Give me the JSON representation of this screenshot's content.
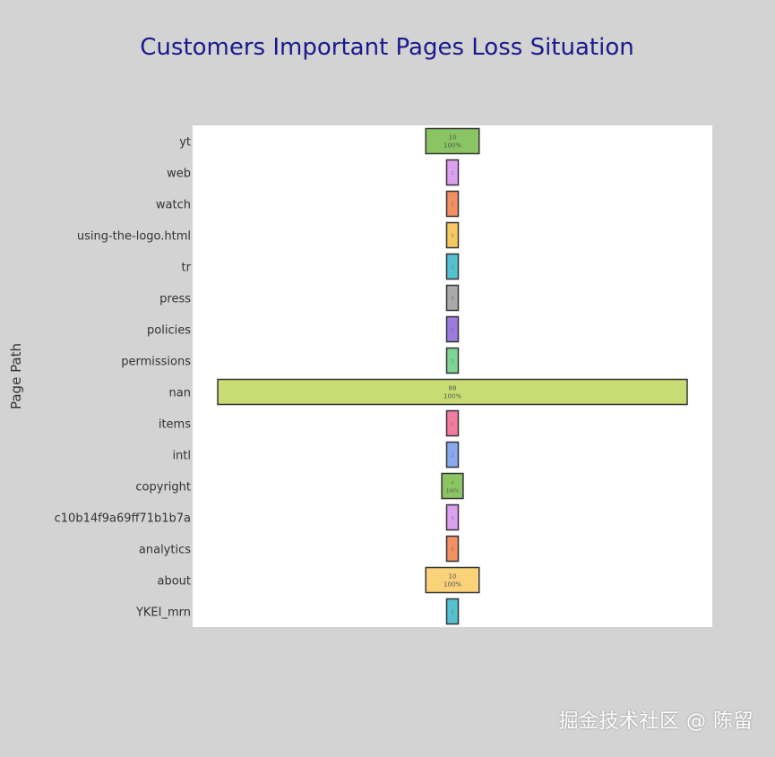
{
  "chart_data": {
    "type": "bar",
    "subtype": "funnel",
    "title": "Customers Important Pages Loss Situation",
    "ylabel": "Page Path",
    "xlabel": "",
    "categories": [
      "yt",
      "web",
      "watch",
      "using-the-logo.html",
      "tr",
      "press",
      "policies",
      "permissions",
      "nan",
      "items",
      "intl",
      "copyright",
      "c10b14f9a69ff71b1b7a",
      "analytics",
      "about",
      "YKEI_mrn"
    ],
    "values": [
      10,
      1,
      1,
      1,
      1,
      1,
      1,
      1,
      88,
      1,
      1,
      4,
      1,
      1,
      10,
      1
    ],
    "percent_labels": [
      "100%",
      "",
      "",
      "",
      "",
      "",
      "",
      "",
      "100%",
      "",
      "",
      "100%",
      "",
      "",
      "100%",
      ""
    ],
    "colors": [
      "#8bc563",
      "#dda0f0",
      "#f39063",
      "#f5c862",
      "#55c1cf",
      "#a9a9a9",
      "#9e7be0",
      "#7ed492",
      "#c8dc73",
      "#f27b9f",
      "#8aa8ee",
      "#8bc563",
      "#dda0f0",
      "#f39063",
      "#f9d27a",
      "#55c1cf"
    ],
    "colors_named": {
      "background": "#d3d3d3",
      "plot_background": "#ffffff",
      "title_color": "#1a1a8c",
      "bar_border": "#333333"
    },
    "grid": false,
    "legend": "none"
  },
  "watermark": "掘金技术社区 @ 陈留"
}
